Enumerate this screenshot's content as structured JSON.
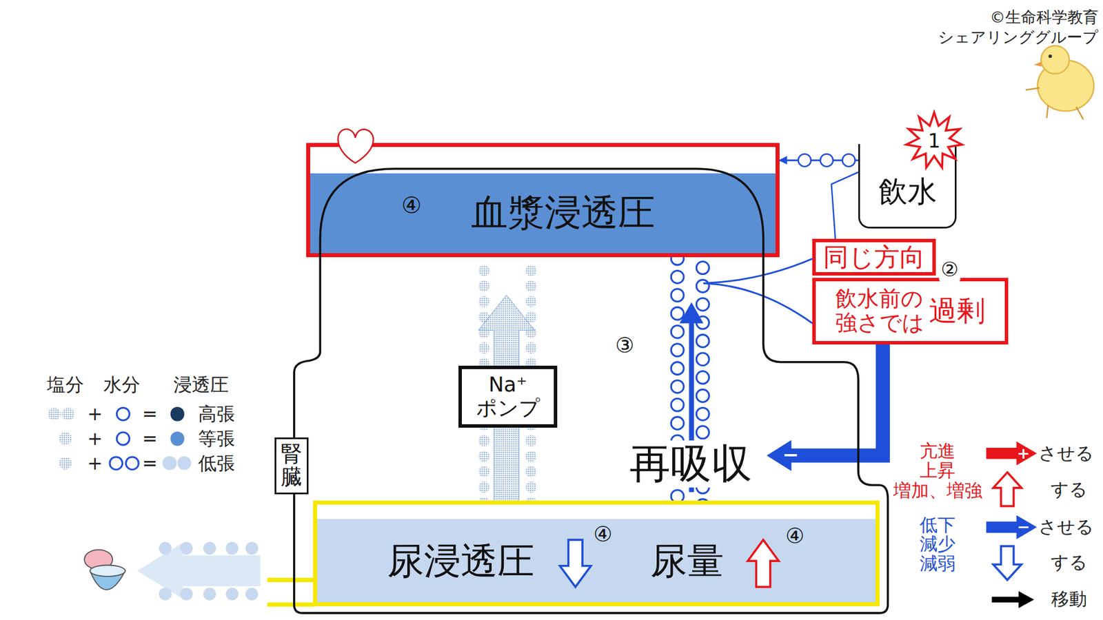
{
  "diagram": {
    "nodes": [
      {
        "text": [
          "血漿浸透圧"
        ]
      },
      {
        "text": [
          "飲水"
        ]
      },
      {
        "text": [
          "同じ方向"
        ]
      },
      {
        "text": [
          "飲水前の 強さでは",
          "過剰"
        ]
      },
      {
        "text": [
          "腎臓"
        ]
      },
      {
        "text": [
          "Na⁺ ポンプ"
        ],
        "in": 4
      },
      {
        "text": [
          "尿浸透圧",
          "尿量"
        ],
        "in": 4
      }
    ],
    "edges": [
      {
        "from": 1,
        "to": 0,
        "arrow": "to"
      },
      {
        "from": 1,
        "to": 2,
        "arrow": "none"
      }
    ],
    "labels": [
      "©生命科学教育 シェアリンググループ",
      "1",
      "②",
      "④",
      "③",
      "再吸収",
      "−",
      "④",
      "④",
      "塩分",
      "水分",
      "浸透圧",
      "+",
      "=",
      "+",
      "=",
      "+",
      "=",
      "亢進 上昇",
      "+",
      "増加、増強",
      "低下 減少 減弱",
      "−"
    ],
    "legend": [
      {
        "text": "高張",
        "color": "#1b3a5e"
      },
      {
        "text": "等張",
        "color": "#5b8fd4"
      },
      {
        "text": "低張",
        "color": "#c5d8f0"
      },
      {
        "text": "させる"
      },
      {
        "text": "する"
      },
      {
        "text": "させる"
      },
      {
        "text": "する"
      },
      {
        "text": "移動"
      }
    ]
  }
}
